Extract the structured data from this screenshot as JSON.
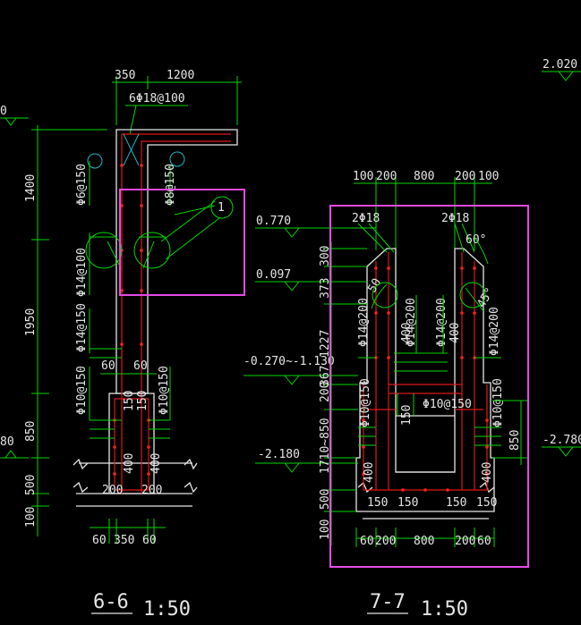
{
  "colors": {
    "background": "#000000",
    "outline": "#e6e6e6",
    "dimension": "#00d800",
    "rebar": "#e01818",
    "highlight": "#e64ae6",
    "leader": "#19b8c8"
  },
  "edge_left": {
    "upper": "0",
    "lower": "80"
  },
  "edge_right": {
    "top": "2.020",
    "mid": "-2.780"
  },
  "s66": {
    "title": "6-6",
    "scale": "1:50",
    "dim_top_a": "350",
    "dim_top_b": "1200",
    "top_bar": "6Φ18@100",
    "lbl_a": "Φ6@150",
    "lbl_b": "Φ8@150",
    "lbl_c": "Φ14@100",
    "lbl_d": "Φ14@150",
    "lbl_e": "Φ10@150",
    "lbl_f": "Φ10@150",
    "inner60a": "60",
    "inner60b": "60",
    "n150a": "150",
    "n150b": "150",
    "n400a": "400",
    "n400b": "400",
    "n200a": "200",
    "n200b": "200",
    "bot_60a": "60",
    "bot_350": "350",
    "bot_60b": "60",
    "v1400": "1400",
    "v1950": "1950",
    "v850": "850",
    "v500": "500",
    "v100": "100",
    "detail": "1"
  },
  "s77": {
    "title": "7-7",
    "scale": "1:50",
    "top": [
      "100",
      "200",
      "800",
      "200",
      "100"
    ],
    "lv1": "0.770",
    "lv2": "0.097",
    "lv3": "-0.270~-1.130",
    "lv4": "-2.180",
    "v": [
      "300",
      "373",
      "1227",
      "367",
      "200",
      "1710~850",
      "500",
      "100"
    ],
    "bar_l": "2Φ18",
    "bar_r": "2Φ18",
    "ang_a": "60°",
    "ang_b": "45°",
    "n50": "50",
    "l1": "Φ14@200",
    "l2": "Φ14@200",
    "l3": "Φ14@200",
    "l4": "Φ14@200",
    "n400a": "400",
    "n400b": "400",
    "l5": "Φ10@150",
    "l6": "Φ10@150",
    "l7": "Φ10@150",
    "n150a": "150",
    "n150b": "150",
    "n150c": "150",
    "n150d": "150",
    "n400c": "400",
    "n400d": "400",
    "v850": "850",
    "bot": [
      "60",
      "200",
      "800",
      "200",
      "60"
    ]
  }
}
